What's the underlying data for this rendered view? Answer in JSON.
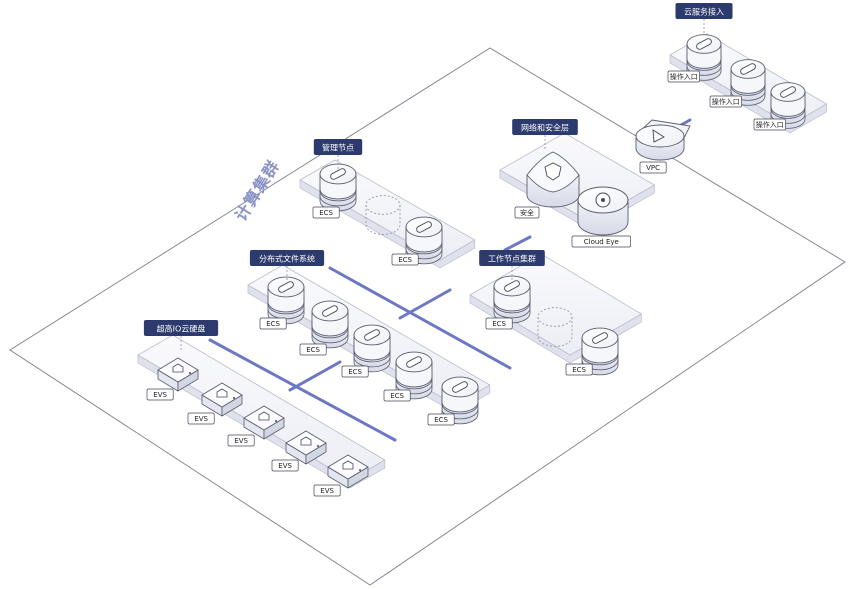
{
  "groups": {
    "cloud_access": "云服务接入",
    "network_security": "网络和安全层",
    "management_nodes": "管理节点",
    "distributed_fs": "分布式文件系统",
    "worker_cluster": "工作节点集群",
    "high_io_disk": "超高IO云硬盘"
  },
  "cluster_label": "计算集群",
  "labels": {
    "entry": "操作入口",
    "vpc": "VPC",
    "security": "安全",
    "cloud_eye": "Cloud Eye",
    "ecs": "ECS",
    "evs": "EVS"
  },
  "colors": {
    "title_bg": "#2c3a6e",
    "connector": "#6c78c2",
    "outline": "#5a5d6e"
  }
}
